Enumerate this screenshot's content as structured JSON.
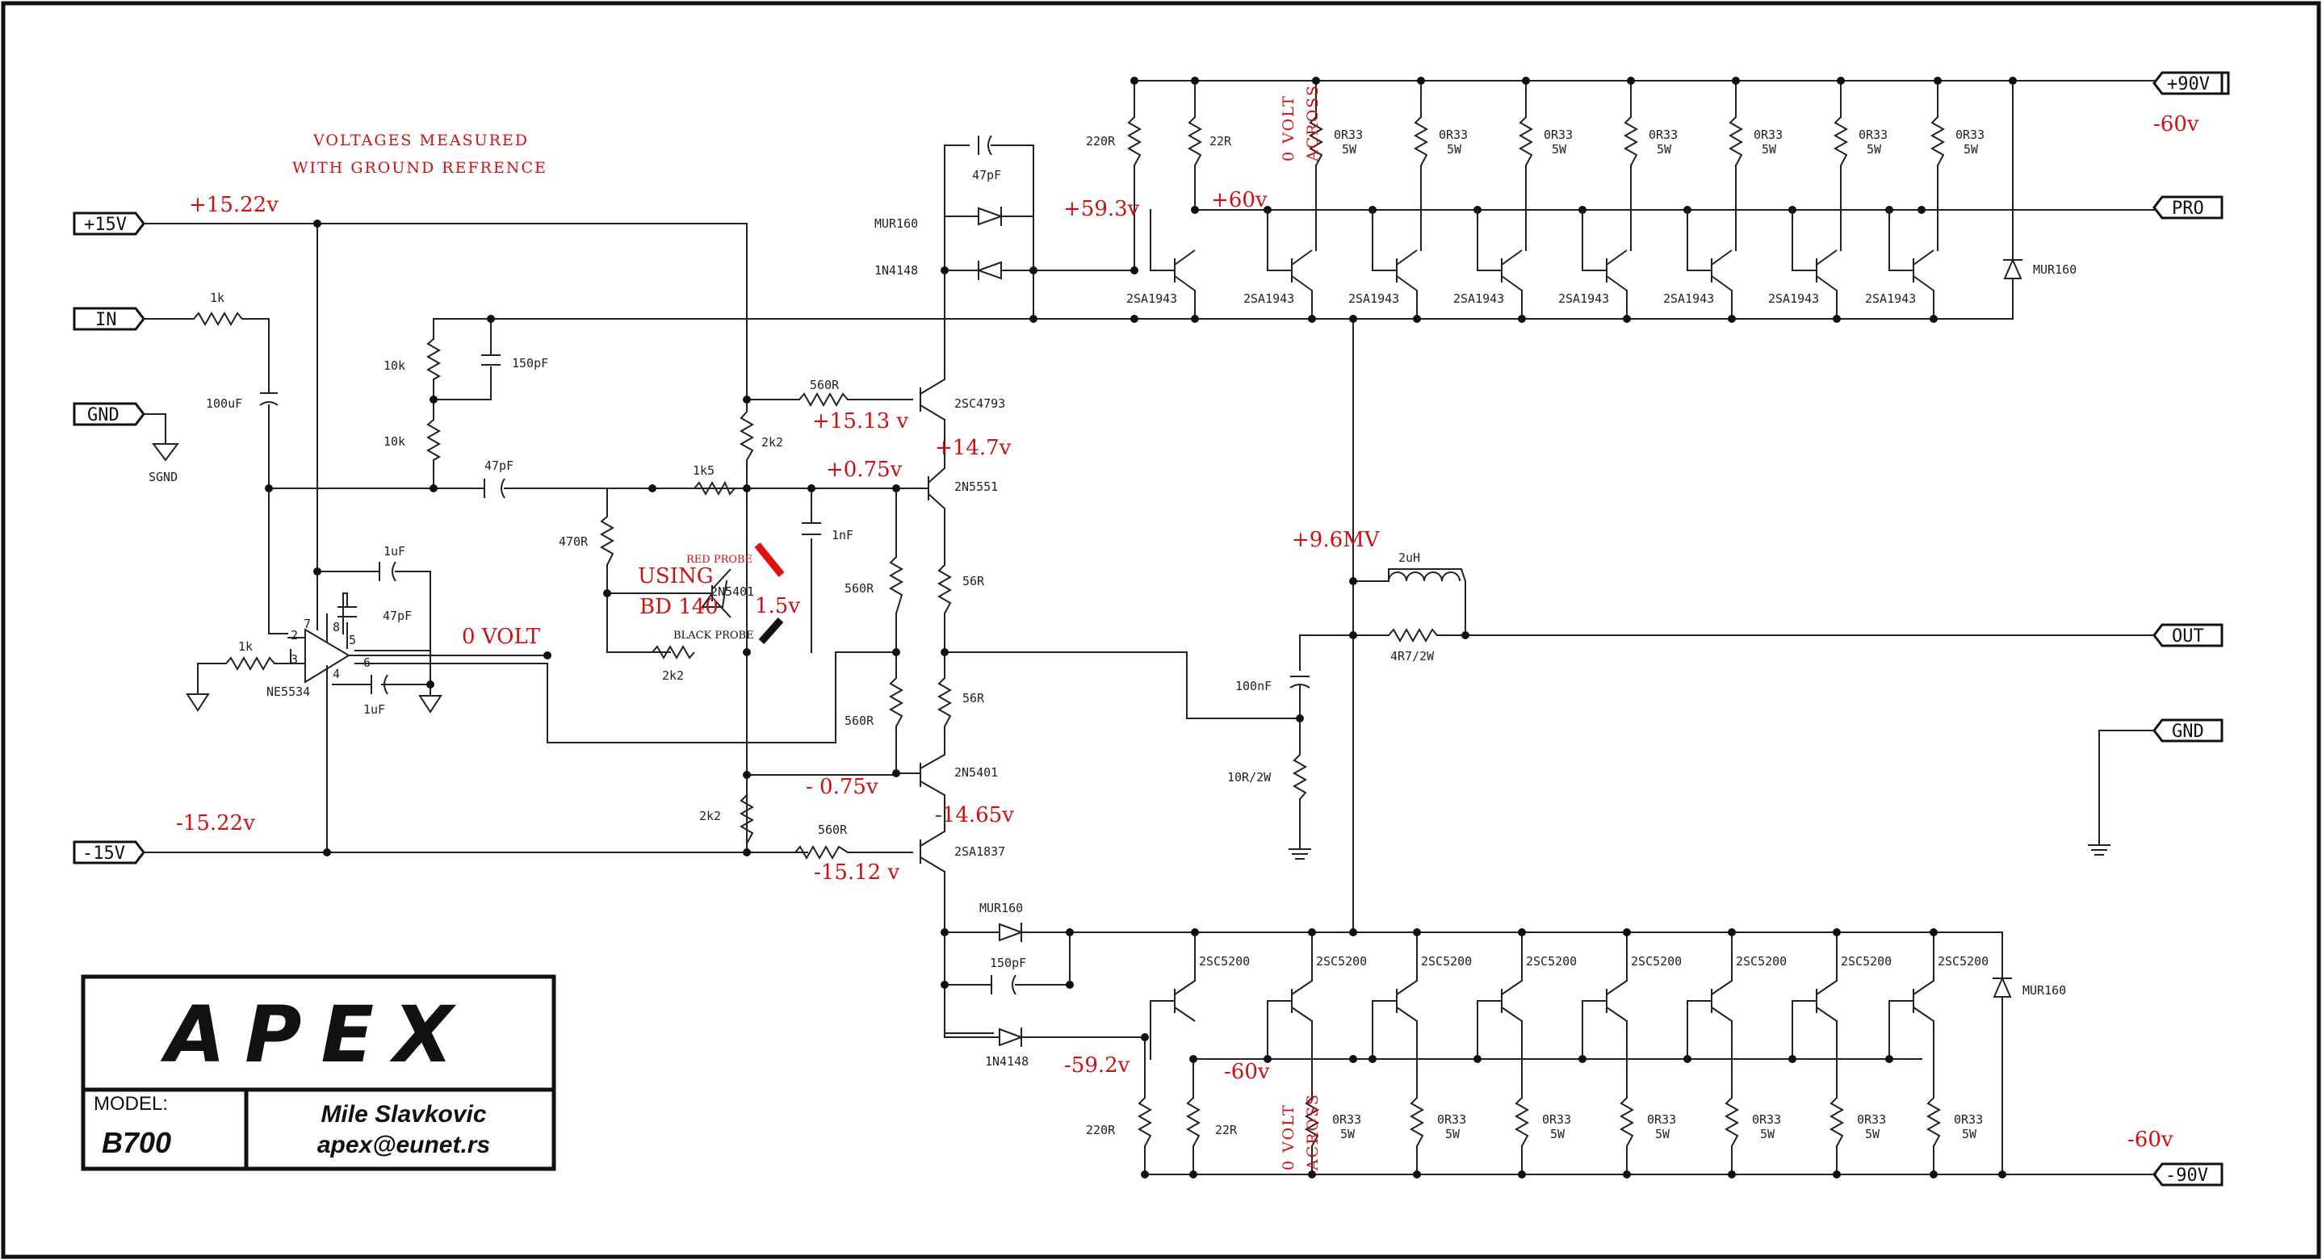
{
  "title_block": {
    "logo": "APEX",
    "model_label": "MODEL:",
    "model": "B700",
    "author": "Mile Slavkovic",
    "email": "apex@eunet.rs"
  },
  "notes": {
    "voltages_line1": "VOLTAGES MEASURED",
    "voltages_line2": "WITH GROUND REFRENCE",
    "using": "USING",
    "bd140": "BD 140",
    "red_probe": "RED PROBE",
    "black_probe": "BLACK PROBE",
    "across_top_1": "0 VOLT",
    "across_top_2": "ACROSS",
    "across_bot_1": "0 VOLT",
    "across_bot_2": "ACROSS"
  },
  "ports": {
    "p15": "+15V",
    "in": "IN",
    "gnd": "GND",
    "m15": "-15V",
    "p90": "+90V",
    "pro": "PRO",
    "out": "OUT",
    "gnd2": "GND",
    "m90": "-90V"
  },
  "voltages": {
    "v_p15": "+15.22v",
    "v_m15": "-15.22v",
    "v_0": "0 VOLT",
    "v_1513": "+15.13 v",
    "v_147": "+14.7v",
    "v_075": "+0.75v",
    "v_m075": "- 0.75v",
    "v_15": "1.5v",
    "v_m1465": "-14.65v",
    "v_m1512": "-15.12 v",
    "v_593": "+59.3v",
    "v_60": "+60v",
    "v_m60_tr": "-60v",
    "v_96": "+9.6MV",
    "v_m592": "-59.2v",
    "v_m60_b": "-60v",
    "v_m60_br": "-60v"
  },
  "parts": {
    "r1k_in": "1k",
    "c100u": "100uF",
    "sgnd": "SGND",
    "r10k_a": "10k",
    "r10k_b": "10k",
    "c150p_a": "150pF",
    "c47p_fb": "47pF",
    "r1k_b": "1k",
    "opamp": "NE5534",
    "c1u_a": "1uF",
    "c47p_b": "47pF",
    "c1u_b": "1uF",
    "pin2": "2",
    "pin3": "3",
    "pin4": "4",
    "pin5": "5",
    "pin6": "6",
    "pin7": "7",
    "pin8": "8",
    "r1k5": "1k5",
    "r470": "470R",
    "q2n5401_vbe": "2N5401",
    "r2k2_c": "2k2",
    "r2k2_top": "2k2",
    "r2k2_bot": "2k2",
    "c1n": "1nF",
    "r560_a": "560R",
    "r560_b": "560R",
    "r560_top": "560R",
    "r560_bot": "560R",
    "q2sc4793": "2SC4793",
    "q2n5551": "2N5551",
    "r56_a": "56R",
    "r56_b": "56R",
    "q2n5401": "2N5401",
    "q2sa1837": "2SA1837",
    "c47p_top": "47pF",
    "d_mur_top": "MUR160",
    "d_1n_top": "1N4148",
    "r220_top": "220R",
    "r22_top": "22R",
    "d_mur_bl": "MUR160",
    "c150p_b": "150pF",
    "d_1n_bot": "1N4148",
    "r220_bot": "220R",
    "r22_bot": "22R",
    "l2u": "2uH",
    "r4r7": "4R7/2W",
    "c100n": "100nF",
    "r10r": "10R/2W",
    "d_mur_right_top": "MUR160",
    "d_mur_right_bot": "MUR160",
    "out_top_q": "2SA1943",
    "out_bot_q": "2SC5200",
    "emitter_r": "0R33",
    "emitter_w": "5W"
  }
}
